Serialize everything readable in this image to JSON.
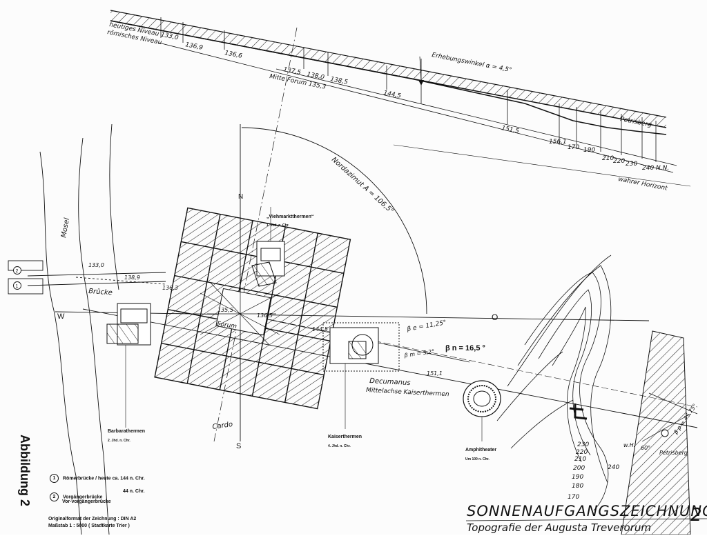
{
  "profile": {
    "heutiges_niveau": "heutiges Niveau 133,0",
    "roemisches_niveau": "römisches Niveau",
    "heights": [
      "136,9",
      "136,6",
      "137,5",
      "138,0",
      "138,5",
      "144,5",
      "151,5",
      "156,1",
      "170",
      "190",
      "210",
      "220",
      "230",
      "240 N.N."
    ],
    "mitte_forum": "Mitte Forum 135,3",
    "erhebungswinkel": "Erhebungswinkel α = 4,5°",
    "petrisberg": "Petrisberg",
    "wahrer_horizont": "wahrer Horizont"
  },
  "map": {
    "nordazimut": "Nordazimut A = 106,5°",
    "compass": {
      "n": "N",
      "s": "S",
      "w": "W",
      "o": "O"
    },
    "mosel": "Mosel",
    "bruecke": "Brücke",
    "forum": "Forum",
    "cardo": "Cardo",
    "decumanus": "Decumanus",
    "mittelachse": "Mittelachse Kaiserthermen",
    "beta_e": "β e = 11,25°",
    "beta_n": "β n = 16,5 °",
    "beta_m": "β m = 5,2°",
    "spot_heights": [
      "133,0",
      "138,9",
      "136,3",
      "136,5",
      "135,5",
      "144,5",
      "151,1"
    ],
    "buildings": {
      "viehmarkt": "„Viehmarktthermen“",
      "viehmarkt_date": "1. Jhd. n. Chr.",
      "barbara": "Barbarathermen",
      "barbara_date": "2. Jhd. n. Chr.",
      "kaiser": "Kaiserthermen",
      "kaiser_date": "4. Jhd. n. Chr.",
      "amphi": "Amphitheater",
      "amphi_date": "Um 100 n. Chr."
    },
    "contours": [
      "240",
      "230",
      "220",
      "210",
      "200",
      "190",
      "180",
      "170"
    ],
    "right_labels": {
      "petrisberg": "Petrisberg",
      "wh": "w.H.",
      "angle": "60°",
      "beta_p": "β p = 45,75°"
    }
  },
  "legend": {
    "c1": "1",
    "c2": "2",
    "item1": "Römerbrücke / heute ca. 144 n. Chr.",
    "item2_date": "44 n. Chr.",
    "item2a": "Vorgängerbrücke",
    "item2b": "Vor-vorgängerbrücke"
  },
  "footer": {
    "format": "Originalformat der Zeichnung : DIN A2",
    "scale": "Maßstab 1 : 5000 ( Stadtkarte Trier )",
    "abbildung": "Abbildung 2",
    "title": "SONNENAUFGANGSZEICHNUNG",
    "subtitle": "Topografie der Augusta Treverorum",
    "number": "2"
  }
}
